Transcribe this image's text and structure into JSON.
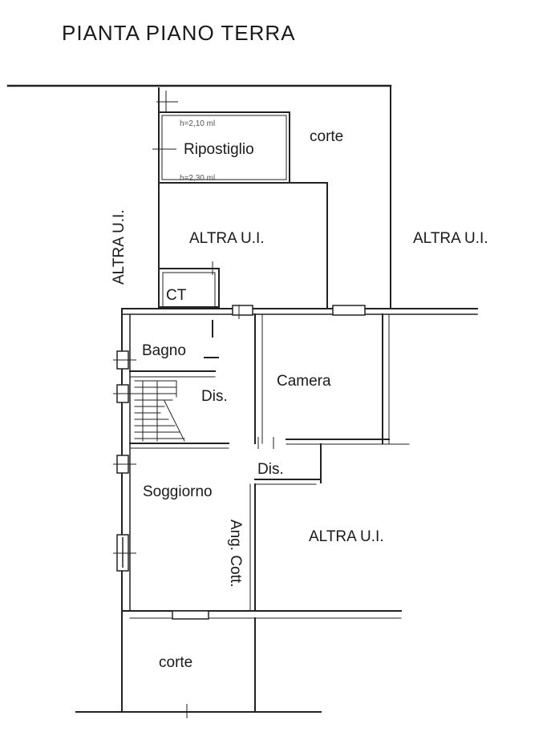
{
  "title": "PIANTA PIANO TERRA",
  "labels": {
    "ripostiglio": "Ripostiglio",
    "h_top": "h=2,10 ml",
    "h_bottom": "h=2,30 ml",
    "corte_top": "corte",
    "altra_left": "ALTRA U.I.",
    "altra_center": "ALTRA U.I.",
    "altra_right": "ALTRA U.I.",
    "ct": "CT",
    "bagno": "Bagno",
    "dis_upper": "Dis.",
    "camera": "Camera",
    "dis_lower": "Dis.",
    "soggiorno": "Soggiorno",
    "ang_cott": "Ang. Cott.",
    "altra_bottom": "ALTRA U.I.",
    "corte_bottom": "corte"
  },
  "colors": {
    "ink": "#1a1a1a",
    "wall": "#222222",
    "paper": "#ffffff"
  }
}
